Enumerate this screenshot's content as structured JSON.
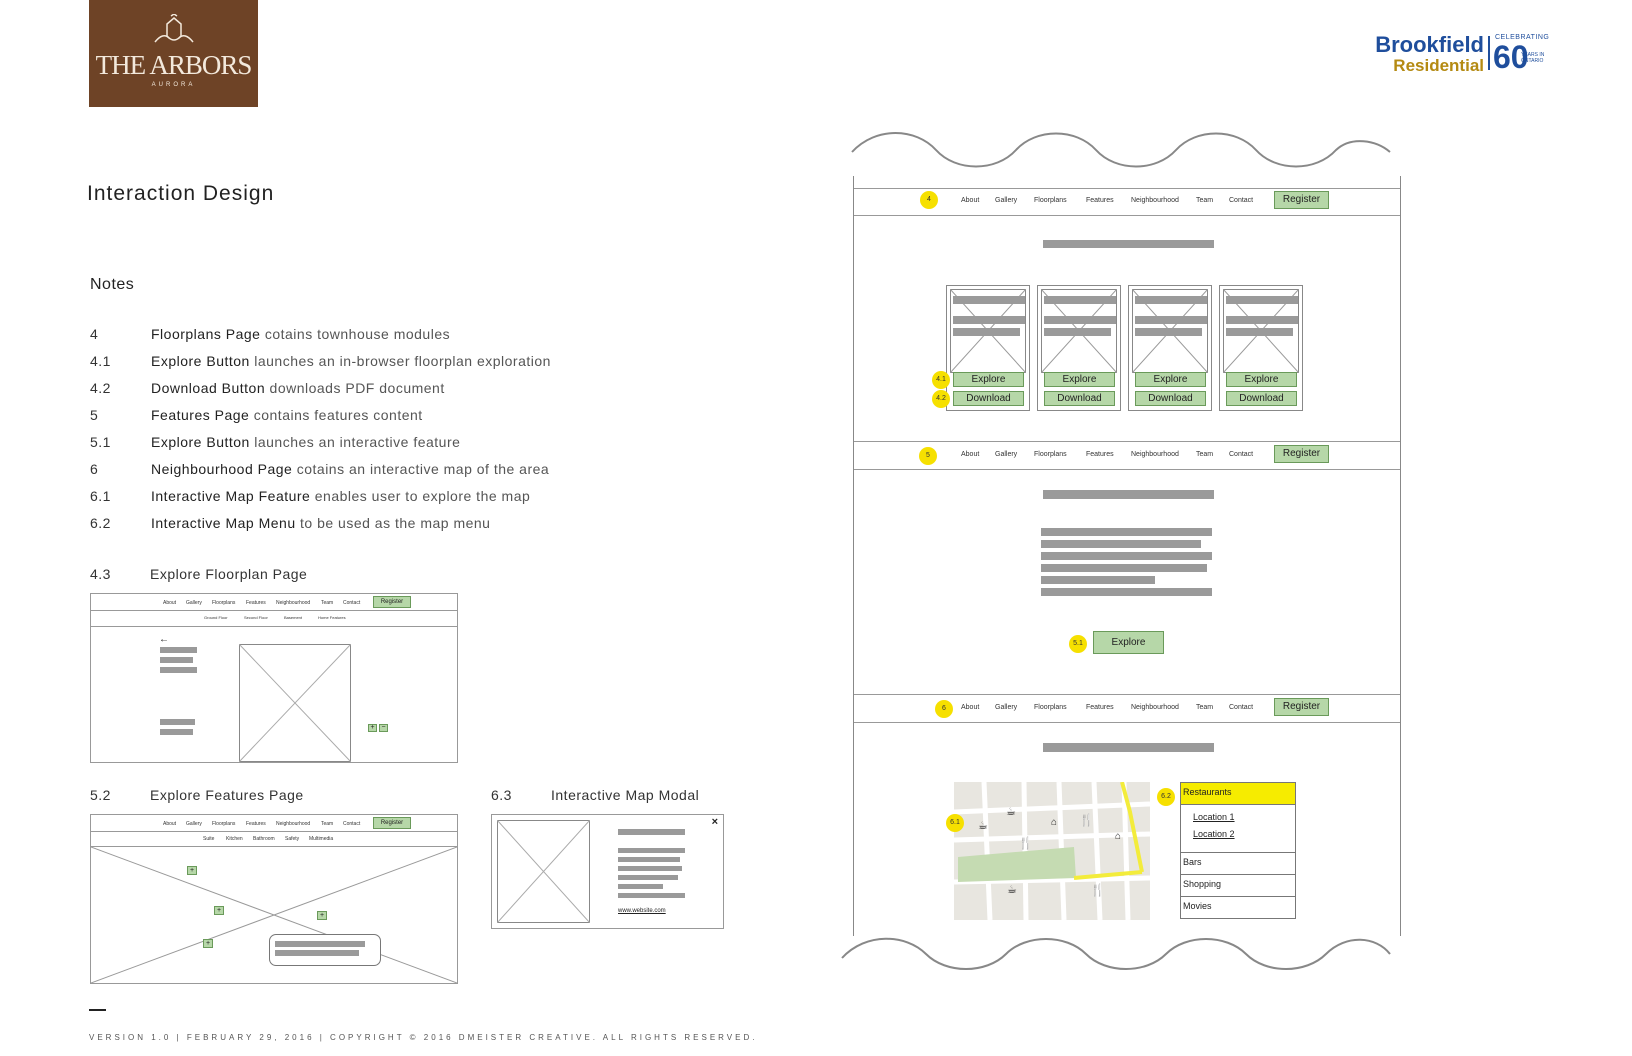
{
  "header": {
    "logo_name": "THE ARBORS",
    "logo_sub": "AURORA",
    "brand_line1": "Brookfield",
    "brand_line2": "Residential",
    "brand_celebrating": "CELEBRATING",
    "brand_years_num": "60",
    "brand_years_text": "YEARS IN ONTARIO"
  },
  "page_title": "Interaction Design",
  "notes": {
    "heading": "Notes",
    "items": [
      {
        "num": "4",
        "key": "Floorplans Page",
        "rest": " cotains townhouse modules"
      },
      {
        "num": "4.1",
        "key": "Explore Button",
        "rest": " launches an in-browser floorplan exploration"
      },
      {
        "num": "4.2",
        "key": "Download Button",
        "rest": " downloads PDF document"
      },
      {
        "num": "5",
        "key": "Features Page",
        "rest": " contains features content"
      },
      {
        "num": "5.1",
        "key": "Explore Button",
        "rest": " launches an interactive feature"
      },
      {
        "num": "6",
        "key": "Neighbourhood Page",
        "rest": " cotains an interactive map of the area"
      },
      {
        "num": "6.1",
        "key": "Interactive Map Feature",
        "rest": " enables user to explore the map"
      },
      {
        "num": "6.2",
        "key": "Interactive Map Menu",
        "rest": " to be used as the map menu"
      }
    ]
  },
  "sections": {
    "s43": {
      "num": "4.3",
      "label": "Explore Floorplan Page"
    },
    "s52": {
      "num": "5.2",
      "label": "Explore Features Page"
    },
    "s63": {
      "num": "6.3",
      "label": "Interactive Map Modal"
    }
  },
  "nav": {
    "items": [
      "About",
      "Gallery",
      "Floorplans",
      "Features",
      "Neighbourhood",
      "Team",
      "Contact"
    ],
    "register": "Register"
  },
  "floorplan_subnav": [
    "Ground Floor",
    "Second Floor",
    "Basement",
    "Home Features"
  ],
  "features_subnav": [
    "Suite",
    "Kitchen",
    "Bathroom",
    "Safety",
    "Multimedia"
  ],
  "modal": {
    "link": "www.website.com",
    "close": "×"
  },
  "wire": {
    "markers": {
      "m4": "4",
      "m41": "4.1",
      "m42": "4.2",
      "m5": "5",
      "m51": "5.1",
      "m6": "6",
      "m61": "6.1",
      "m62": "6.2"
    },
    "explore": "Explore",
    "download": "Download",
    "map_menu": {
      "restaurants": "Restaurants",
      "loc1": "Location 1",
      "loc2": "Location 2",
      "bars": "Bars",
      "shopping": "Shopping",
      "movies": "Movies"
    }
  },
  "footer": "VERSION 1.0  |  FEBRUARY 29, 2016  |  COPYRIGHT © 2016 DMEISTER CREATIVE. ALL RIGHTS RESERVED.",
  "colors": {
    "logo_bg": "#6e4326",
    "brand_blue": "#1f4e9c",
    "brand_gold": "#b48a12",
    "button_green": "#b6d7a8",
    "marker_yellow": "#f6e000"
  }
}
